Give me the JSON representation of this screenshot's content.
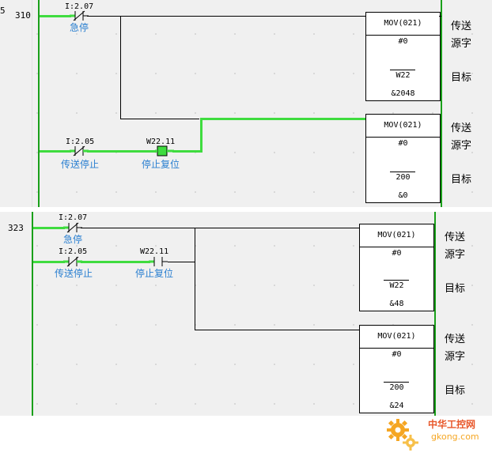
{
  "rung1": {
    "left_marker": "5",
    "step": "310",
    "contact1": {
      "address": "I:2.07",
      "comment": "急停"
    },
    "contact2": {
      "address": "I:2.05",
      "comment": "传送停止"
    },
    "contact3": {
      "address": "W22.11",
      "comment": "停止复位"
    },
    "block1": {
      "instr": "MOV(021)",
      "op1": "#0",
      "op2": "W22",
      "op3": "&2048"
    },
    "block2": {
      "instr": "MOV(021)",
      "op1": "#0",
      "op2": "200",
      "op3": "&0"
    }
  },
  "rung2": {
    "step": "323",
    "contact1": {
      "address": "I:2.07",
      "comment": "急停"
    },
    "contact2": {
      "address": "I:2.05",
      "comment": "传送停止"
    },
    "contact3": {
      "address": "W22.11",
      "comment": "停止复位"
    },
    "block1": {
      "instr": "MOV(021)",
      "op1": "#0",
      "op2": "W22",
      "op3": "&48"
    },
    "block2": {
      "instr": "MOV(021)",
      "op1": "#0",
      "op2": "200",
      "op3": "&24"
    }
  },
  "labels": {
    "transfer": "传送",
    "source": "源字",
    "target": "目标"
  },
  "watermark": {
    "brand": "中华工控网",
    "url": "gkong.com"
  },
  "colors": {
    "energized": "#3fdc3f",
    "rail": "#1aa01a",
    "comment": "#2a7fd0"
  }
}
